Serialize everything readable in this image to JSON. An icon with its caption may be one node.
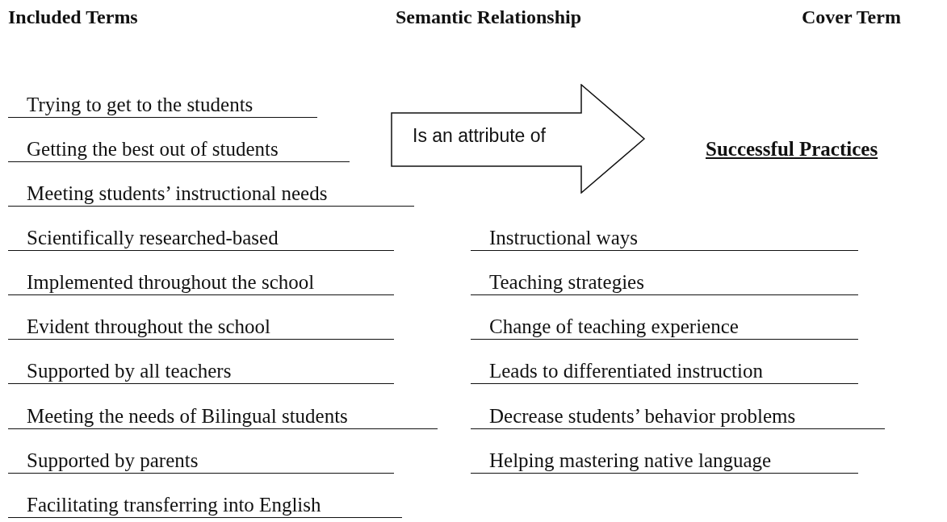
{
  "diagram": {
    "nodes": [
      {
        "text": [
          "Is an attribute of"
        ]
      }
    ],
    "labels": [
      "Included Terms",
      "Semantic Relationship",
      "Cover Term",
      "Trying to get to the students",
      "Getting the best out of students",
      "Successful Practices",
      "Meeting students’ instructional needs",
      "Scientifically researched-based",
      "Instructional ways",
      "Implemented throughout the school",
      "Teaching strategies",
      "Evident throughout the school",
      "Change of teaching experience",
      "Supported by all teachers",
      "Leads to differentiated instruction",
      "Meeting the needs of Bilingual students",
      "Decrease students’ behavior problems",
      "Supported by parents",
      "Helping mastering native language",
      "Facilitating transferring into English"
    ]
  }
}
